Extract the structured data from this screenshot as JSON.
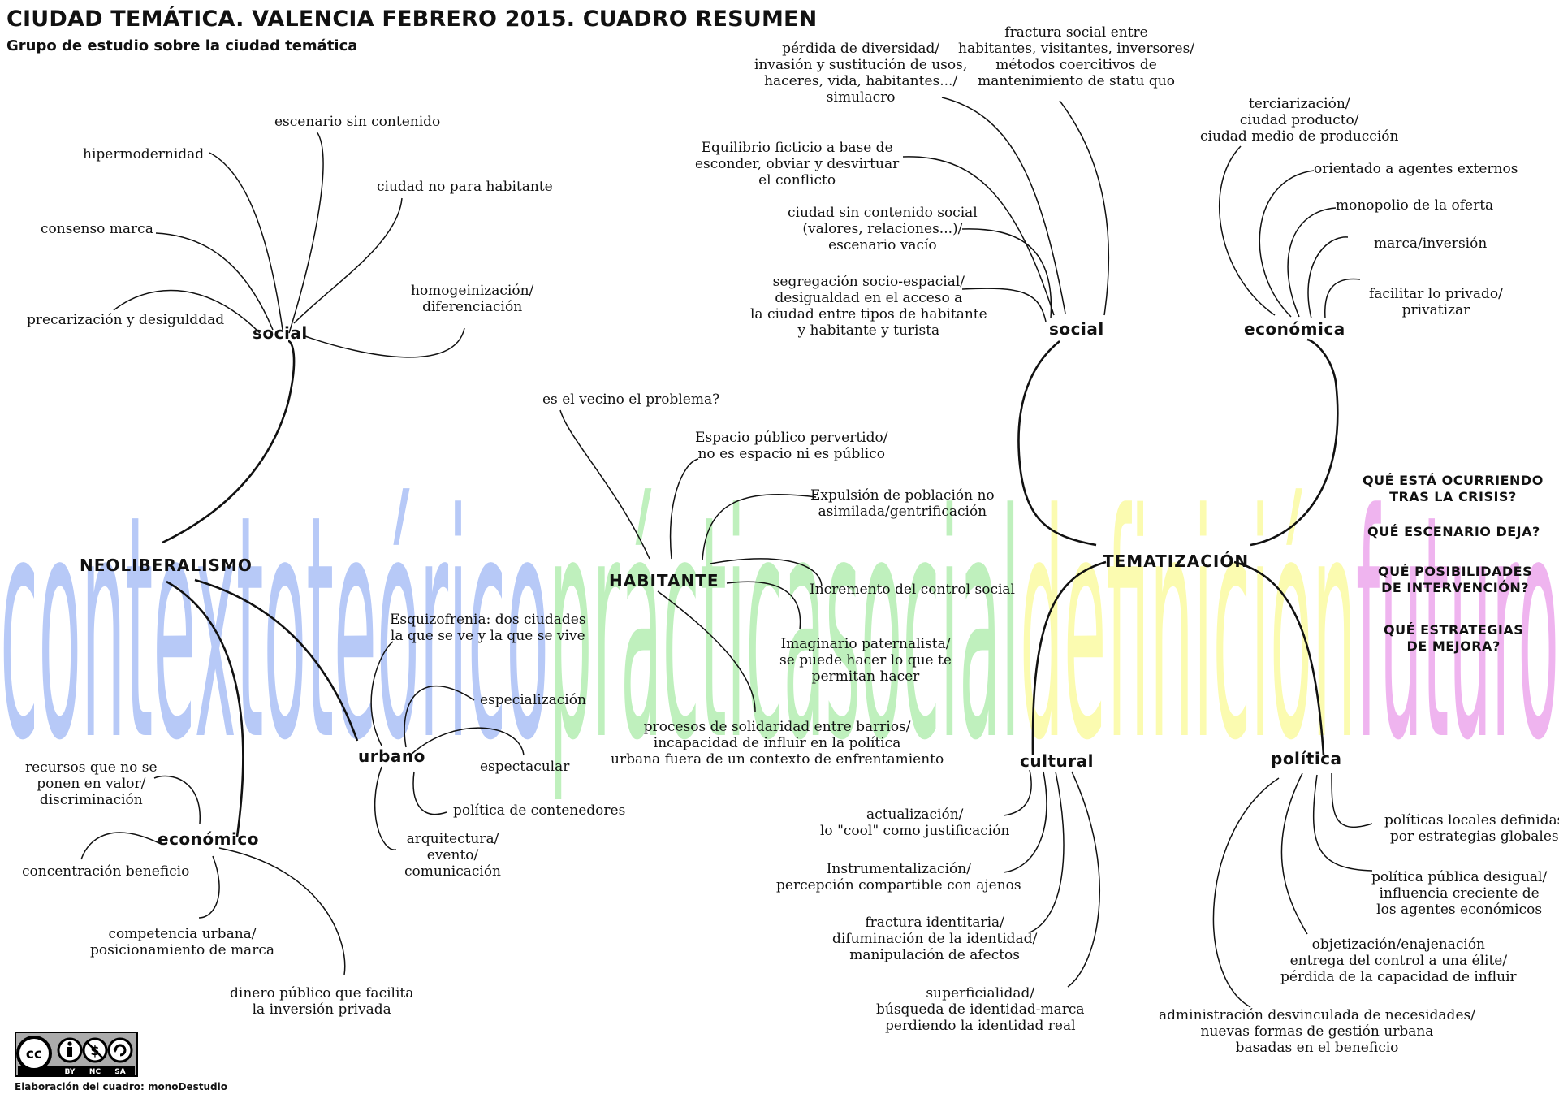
{
  "header": {
    "title": "CIUDAD TEMÁTICA. VALENCIA FEBRERO 2015. CUADRO RESUMEN",
    "subtitle": "Grupo de estudio sobre la ciudad temática"
  },
  "background_words": [
    {
      "text": "contextoteórico",
      "color": "#b7c9f7"
    },
    {
      "text": "prácticasocial",
      "color": "#bff0bd"
    },
    {
      "text": "definición",
      "color": "#fbfbb0"
    },
    {
      "text": "futuro",
      "color": "#efb4ef"
    }
  ],
  "nodes": {
    "neoliberalismo": "NEOLIBERALISMO",
    "social_left": "social",
    "urbano": "urbano",
    "economico": "económico",
    "habitante": "HABITANTE",
    "tematizacion": "TEMATIZACIÓN",
    "social_right": "social",
    "economica": "económica",
    "cultural": "cultural",
    "politica": "política"
  },
  "leaves": {
    "social_left": [
      [
        "escenario sin contenido"
      ],
      [
        "hipermodernidad"
      ],
      [
        "ciudad no para habitante"
      ],
      [
        "consenso marca"
      ],
      [
        "homogeinización/",
        "diferenciación"
      ],
      [
        "precarización y desigulddad"
      ]
    ],
    "urbano": [
      [
        "Esquizofrenia: dos ciudades",
        "la que se ve y la que se vive"
      ],
      [
        "especialización"
      ],
      [
        "espectacular"
      ],
      [
        "política de contenedores"
      ],
      [
        "arquitectura/",
        "evento/",
        "comunicación"
      ]
    ],
    "economico": [
      [
        "recursos que no se",
        "ponen en valor/",
        "discriminación"
      ],
      [
        "concentración beneficio"
      ],
      [
        "competencia urbana/",
        "posicionamiento de marca"
      ],
      [
        "dinero público que facilita",
        "la inversión privada"
      ]
    ],
    "habitante": [
      [
        "es el vecino el problema?"
      ],
      [
        "Espacio público pervertido/",
        "no es espacio ni es público"
      ],
      [
        "Expulsión de población no",
        "asimilada/gentrificación"
      ],
      [
        "Incremento del control social"
      ],
      [
        "Imaginario paternalista/",
        "se puede hacer lo que te",
        "permitan hacer"
      ],
      [
        "procesos de solidaridad entre barrios/",
        "incapacidad de influir en la política",
        "urbana fuera de un contexto de enfrentamiento"
      ]
    ],
    "social_right": [
      [
        "pérdida de diversidad/",
        "invasión y sustitución de usos,",
        "haceres, vida, habitantes.../",
        "simulacro"
      ],
      [
        "fractura social entre",
        "habitantes, visitantes, inversores/",
        "métodos coercitivos de",
        "mantenimiento de statu quo"
      ],
      [
        "Equilibrio ficticio a base de",
        "esconder, obviar y desvirtuar",
        "el conflicto"
      ],
      [
        "ciudad sin contenido social",
        "(valores, relaciones...)/",
        "escenario vacío"
      ],
      [
        "segregación socio-espacial/",
        "desigualdad en el acceso a",
        "la ciudad entre tipos de habitante",
        "y habitante y turista"
      ]
    ],
    "economica": [
      [
        "terciarización/",
        "ciudad producto/",
        "ciudad medio de producción"
      ],
      [
        "orientado a agentes externos"
      ],
      [
        "monopolio de la oferta"
      ],
      [
        "marca/inversión"
      ],
      [
        "facilitar lo privado/",
        "privatizar"
      ]
    ],
    "cultural": [
      [
        "actualización/",
        "lo \"cool\" como justificación"
      ],
      [
        "Instrumentalización/",
        "percepción compartible con ajenos"
      ],
      [
        "fractura identitaria/",
        "difuminación de la identidad/",
        "manipulación de afectos"
      ],
      [
        "superficialidad/",
        "búsqueda de identidad-marca",
        "perdiendo la identidad real"
      ]
    ],
    "politica": [
      [
        "políticas locales definidas",
        "por estrategias globales"
      ],
      [
        "política pública desigual/",
        "influencia creciente de",
        "los agentes económicos"
      ],
      [
        "objetización/enajenación",
        "entrega del control a una élite/",
        "pérdida de la capacidad de influir"
      ],
      [
        "administración desvinculada de necesidades/",
        "nuevas formas de gestión urbana",
        "basadas en el beneficio"
      ]
    ]
  },
  "questions": [
    [
      "QUÉ ESTÁ OCURRIENDO",
      "TRAS LA CRISIS?"
    ],
    [
      "QUÉ ESCENARIO DEJA?"
    ],
    [
      "QUÉ POSIBILIDADES",
      "DE INTERVENCIÓN?"
    ],
    [
      "QUÉ ESTRATEGIAS",
      "DE MEJORA?"
    ]
  ],
  "license": {
    "icon_name": "creative-commons-by-nc-sa-icon",
    "labels": [
      "BY",
      "NC",
      "SA"
    ]
  },
  "footer": {
    "credit": "Elaboración del cuadro: monoDestudio"
  }
}
